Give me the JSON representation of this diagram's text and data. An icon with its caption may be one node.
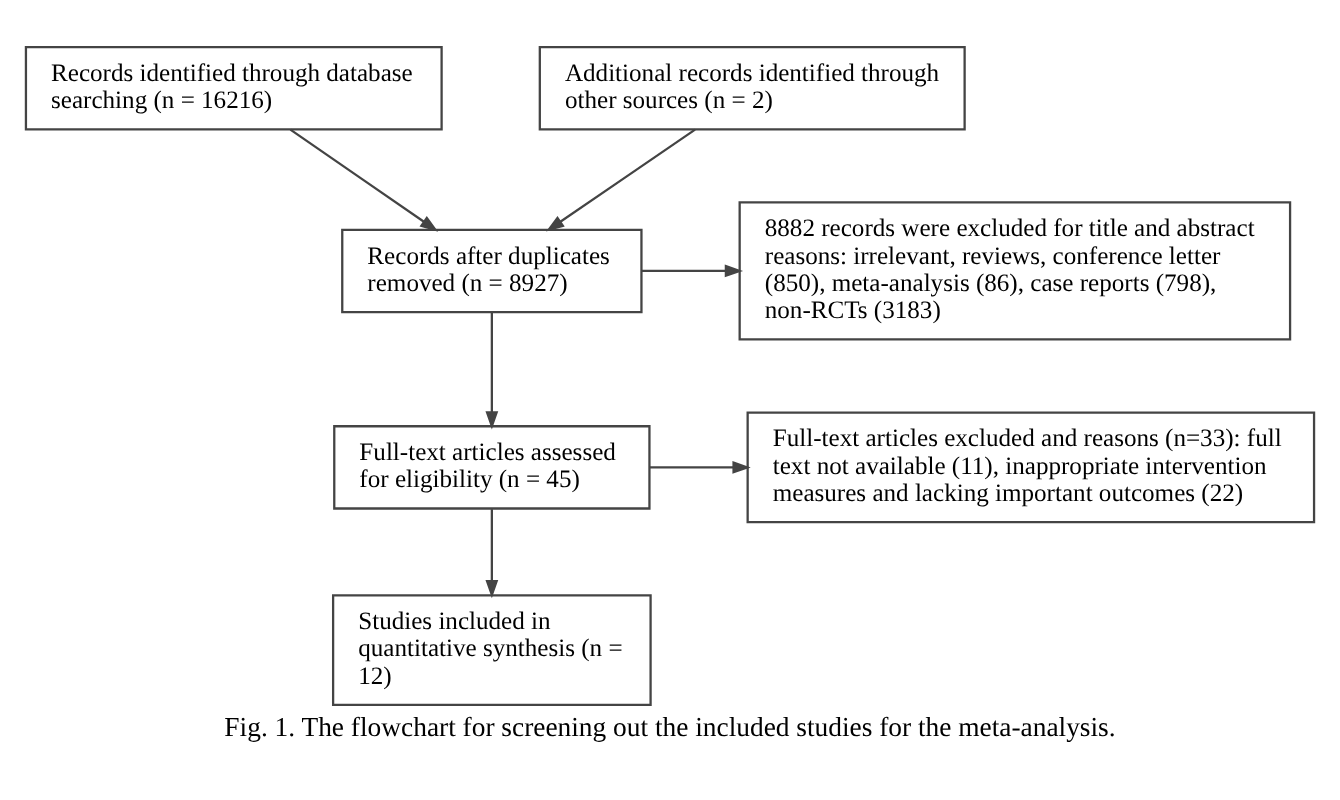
{
  "diagram": {
    "caption": "Fig. 1. The flowchart for screening out the included studies for the meta-analysis.",
    "nodes": [
      {
        "text": [
          "Records identified through database searching (n = 16216)"
        ]
      },
      {
        "text": [
          "Additional records identified through other sources (n = 2)"
        ]
      },
      {
        "text": [
          "Records after duplicates removed (n = 8927)"
        ]
      },
      {
        "text": [
          "8882 records were excluded for title and abstract reasons: irrelevant, reviews, conference letter (850), meta-analysis (86), case reports (798), non-RCTs (3183)"
        ]
      },
      {
        "text": [
          "Full-text articles assessed for eligibility (n = 45)"
        ]
      },
      {
        "text": [
          "Full-text articles excluded and reasons (n=33): full text not available (11), inappropriate intervention measures and lacking important outcomes (22)"
        ]
      },
      {
        "text": [
          "Studies included in quantitative synthesis (n = 12)"
        ]
      }
    ],
    "edges": [
      {
        "from": 0,
        "to": 2,
        "arrow": "to"
      },
      {
        "from": 1,
        "to": 2,
        "arrow": "to"
      },
      {
        "from": 2,
        "to": 4,
        "arrow": "to"
      },
      {
        "from": 2,
        "to": 3,
        "arrow": "to"
      },
      {
        "from": 4,
        "to": 6,
        "arrow": "to"
      },
      {
        "from": 4,
        "to": 5,
        "arrow": "to"
      }
    ]
  }
}
